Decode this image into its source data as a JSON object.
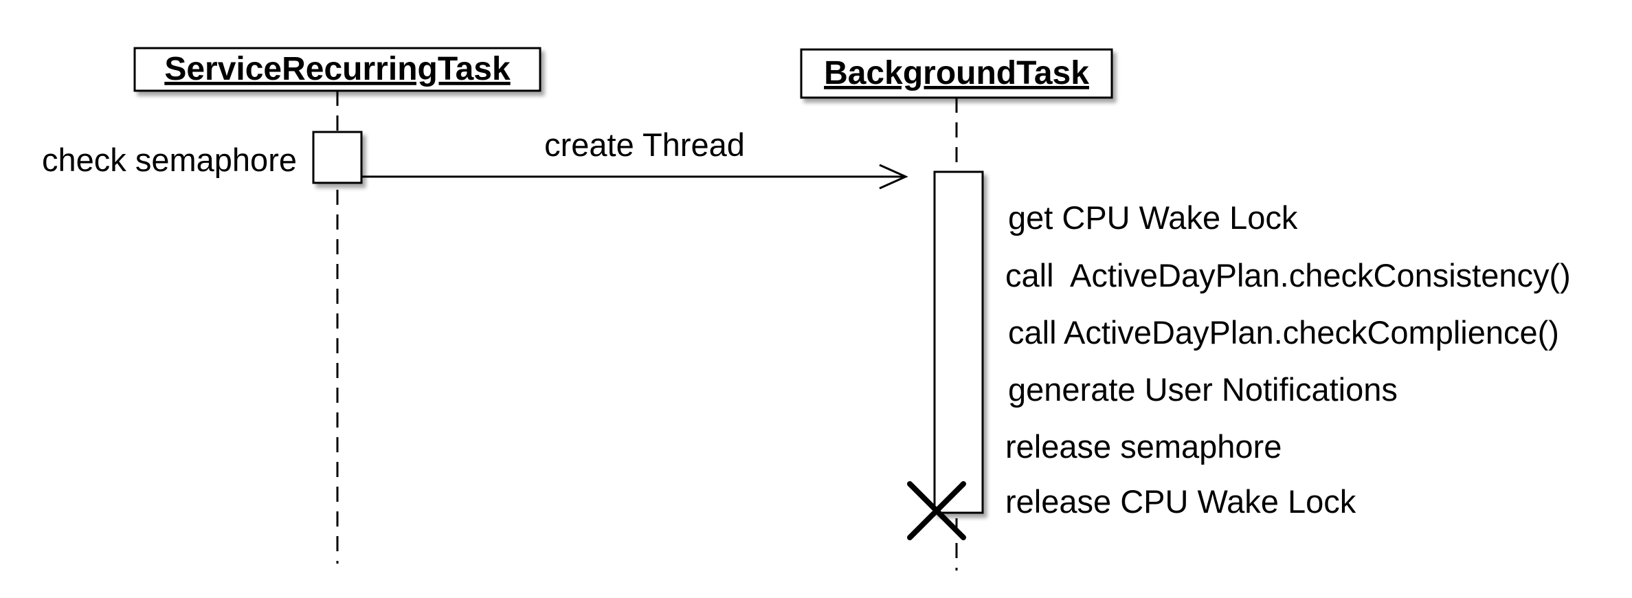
{
  "participants": [
    {
      "name": "ServiceRecurringTask"
    },
    {
      "name": "BackgroundTask"
    }
  ],
  "left_activation_label": "check semaphore",
  "message": {
    "label": "create Thread"
  },
  "steps": [
    "get CPU Wake Lock",
    "call  ActiveDayPlan.checkConsistency()",
    "call ActiveDayPlan.checkComplience()",
    "generate User Notifications",
    "release semaphore",
    "release CPU Wake Lock"
  ]
}
